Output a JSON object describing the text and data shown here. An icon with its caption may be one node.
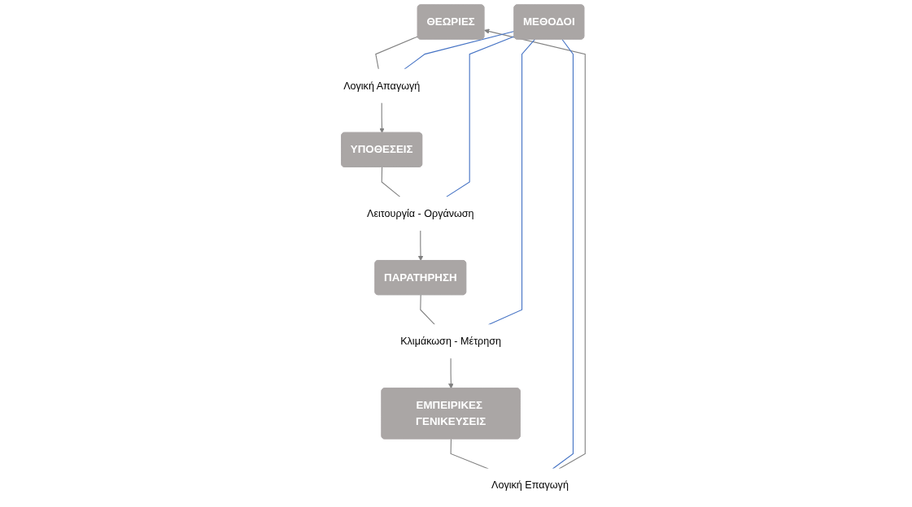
{
  "diagram": {
    "nodes": [
      {
        "text": [
          "ΘΕΩΡΙΕΣ"
        ]
      },
      {
        "text": [
          "Λογική Επαγωγή"
        ]
      },
      {
        "text": [
          "Λογική Απαγωγή"
        ]
      },
      {
        "text": [
          "ΕΜΠΕΙΡΙΚΕΣ ΓΕΝΙΚΕΥΣΕΙΣ"
        ]
      },
      {
        "text": [
          "ΜΕΘΟΔΟΙ"
        ]
      },
      {
        "text": [
          "ΥΠΟΘΕΣΕΙΣ"
        ]
      },
      {
        "text": [
          "Κλιμάκωση - Μέτρηση"
        ]
      },
      {
        "text": [
          "Λειτουργία - Οργάνωση"
        ]
      },
      {
        "text": [
          "ΠΑΡΑΤΗΡΗΣΗ"
        ]
      }
    ],
    "edges": [
      {
        "from": 3,
        "to": 1,
        "arrow": "none"
      },
      {
        "from": 1,
        "to": 0,
        "arrow": "to"
      },
      {
        "from": 0,
        "to": 2,
        "arrow": "none"
      },
      {
        "from": 2,
        "to": 5,
        "arrow": "to"
      },
      {
        "from": 5,
        "to": 7,
        "arrow": "none"
      },
      {
        "from": 7,
        "to": 8,
        "arrow": "to"
      },
      {
        "from": 8,
        "to": 6,
        "arrow": "none"
      },
      {
        "from": 6,
        "to": 3,
        "arrow": "to"
      },
      {
        "from": 4,
        "to": 1,
        "arrow": "none",
        "color": "#4472c4"
      },
      {
        "from": 4,
        "to": 2,
        "arrow": "none",
        "color": "#4472c4"
      },
      {
        "from": 4,
        "to": 6,
        "arrow": "none",
        "color": "#4472c4"
      },
      {
        "from": 4,
        "to": 7,
        "arrow": "none",
        "color": "#4472c4"
      }
    ]
  }
}
